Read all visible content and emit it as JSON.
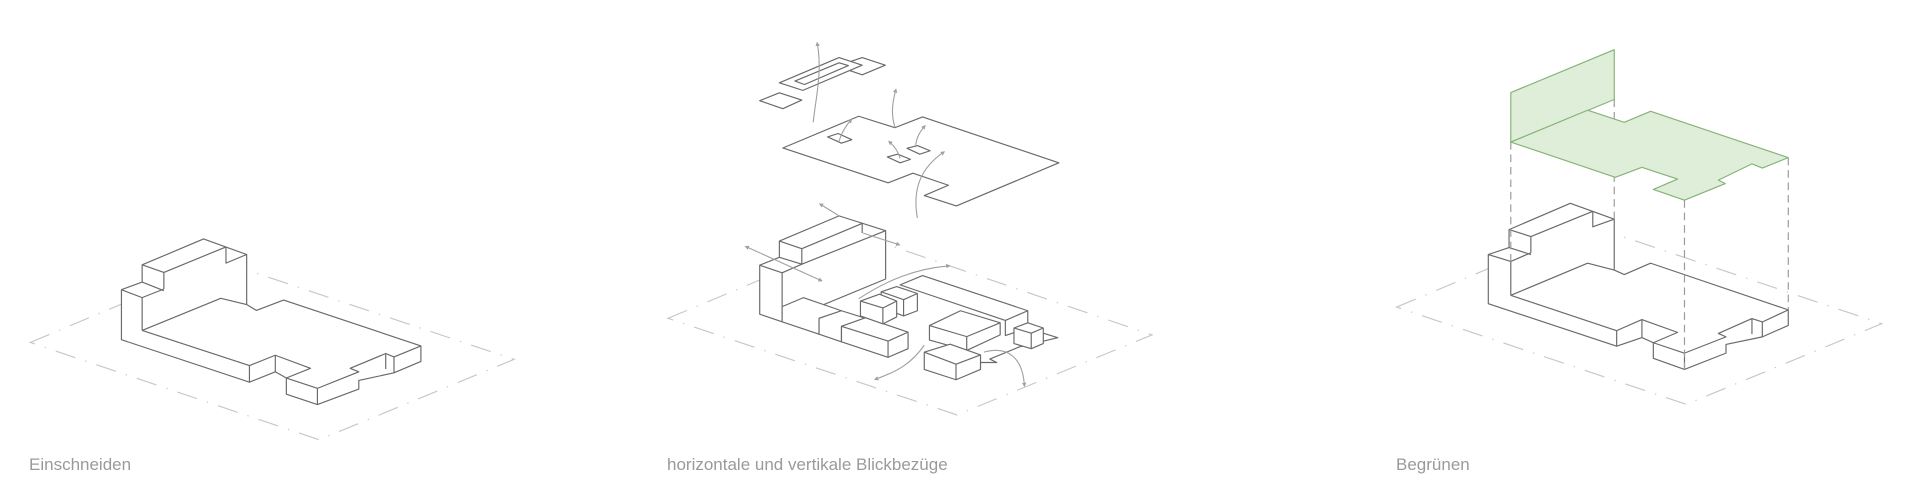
{
  "panels": [
    {
      "caption": "Einschneiden"
    },
    {
      "caption": "horizontale und vertikale Blickbezüge"
    },
    {
      "caption": "Begrünen"
    }
  ],
  "colors": {
    "line": "#6a6a6a",
    "caption": "#9a9a9a",
    "arrow": "#a0a0a0",
    "green_fill": "#dfeed8",
    "green_stroke": "#86b37a"
  }
}
